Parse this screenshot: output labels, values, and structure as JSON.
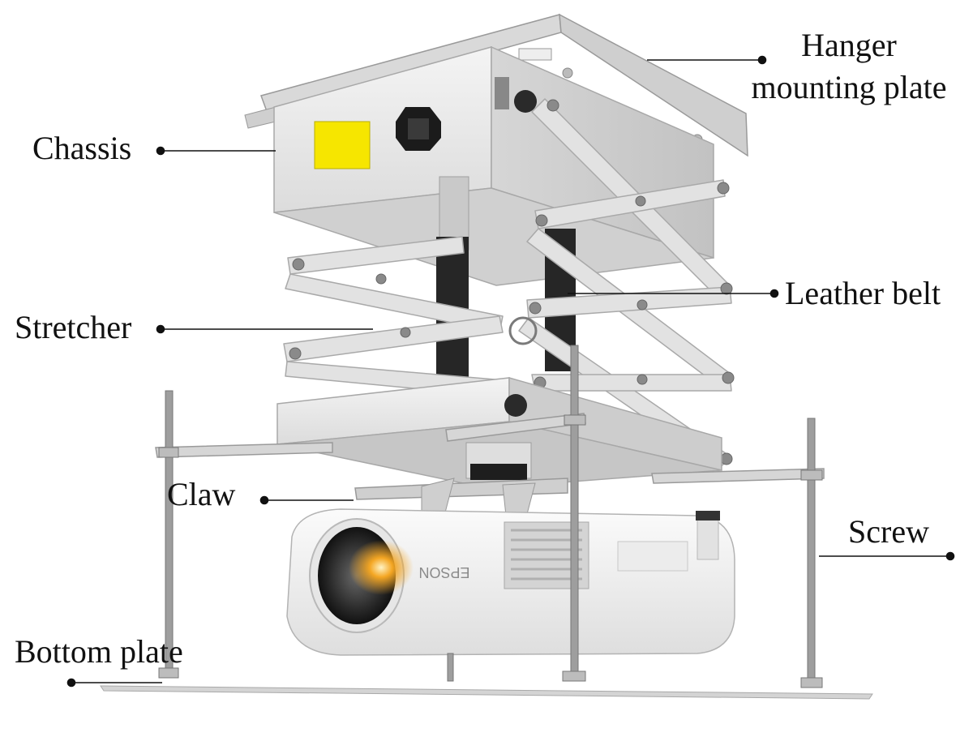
{
  "labels": {
    "hanger_line1": "Hanger",
    "hanger_line2": "mounting plate",
    "chassis": "Chassis",
    "leather_belt": "Leather belt",
    "stretcher": "Stretcher",
    "claw": "Claw",
    "screw": "Screw",
    "bottom_plate": "Bottom plate"
  },
  "device": {
    "projector_brand_mark": "EPSON"
  },
  "colors": {
    "metal_white": "#ececec",
    "metal_shadow": "#bdbdbd",
    "belt": "#262626",
    "lens_glow": "#f4a623",
    "leader_line": "#111111"
  }
}
